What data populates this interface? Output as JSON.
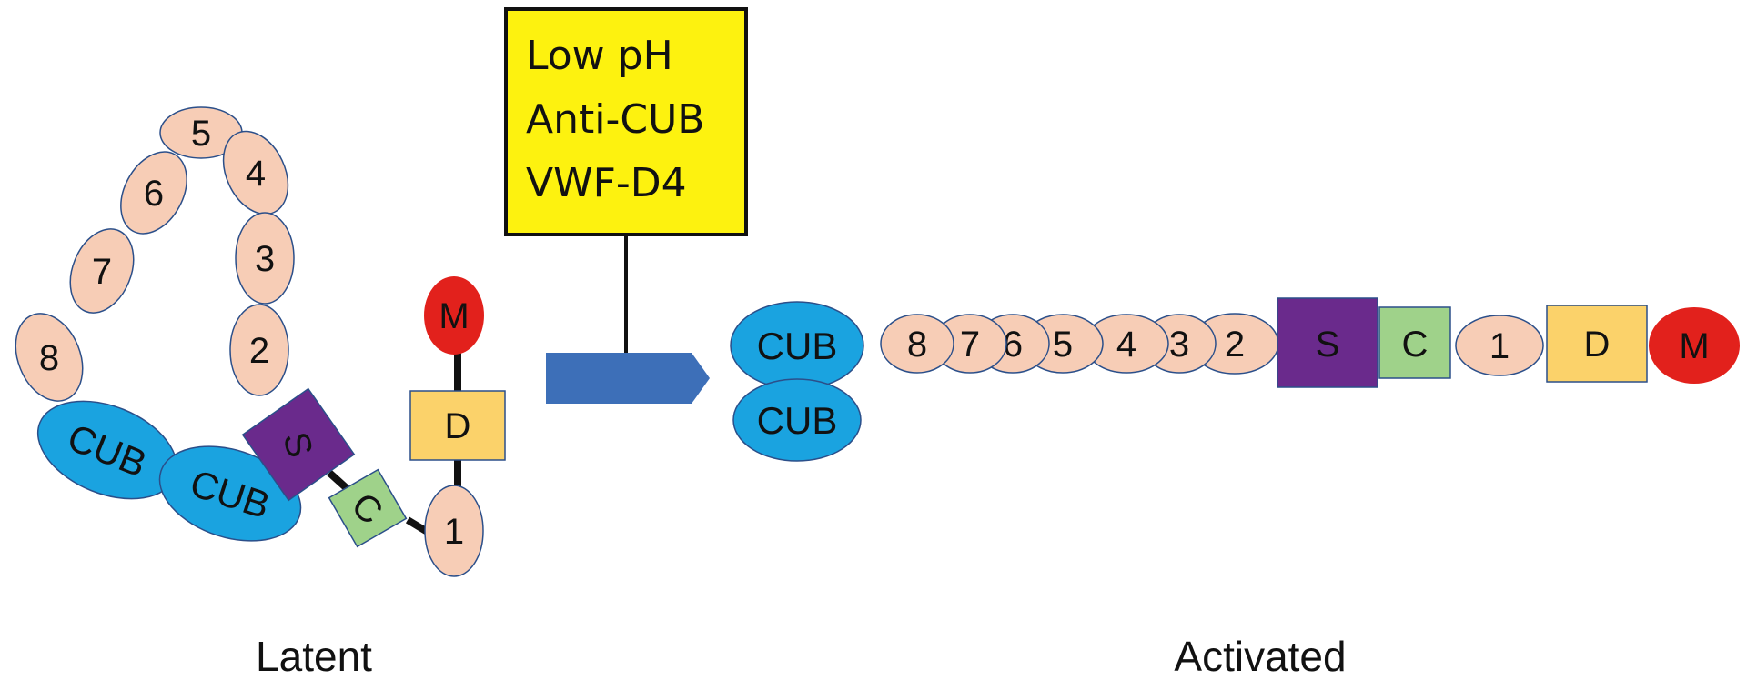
{
  "conditions": [
    "Low pH",
    "Anti-CUB",
    "VWF-D4"
  ],
  "captions": {
    "latent": "Latent",
    "activated": "Activated"
  },
  "colors": {
    "tsp": "#f7cdb6",
    "cub": "#1aa3e0",
    "spacer": "#6a2a8c",
    "cys": "#9fd28a",
    "disintegrin": "#fbd26a",
    "metalloprotease": "#e2211c",
    "condition_box": "#fdf20f",
    "arrow": "#3d6fb8"
  },
  "latent": {
    "tsp": {
      "t1": "1",
      "t2": "2",
      "t3": "3",
      "t4": "4",
      "t5": "5",
      "t6": "6",
      "t7": "7",
      "t8": "8"
    },
    "cub1": "CUB",
    "cub2": "CUB",
    "s": "S",
    "c": "C",
    "d": "D",
    "m": "M"
  },
  "activated": {
    "cub1": "CUB",
    "cub2": "CUB",
    "tsp8": "8",
    "tsp7": "7",
    "tsp6": "6",
    "tsp5": "5",
    "tsp4": "4",
    "tsp3": "3",
    "tsp2": "2",
    "s": "S",
    "c": "C",
    "tsp1": "1",
    "d": "D",
    "m": "M"
  }
}
